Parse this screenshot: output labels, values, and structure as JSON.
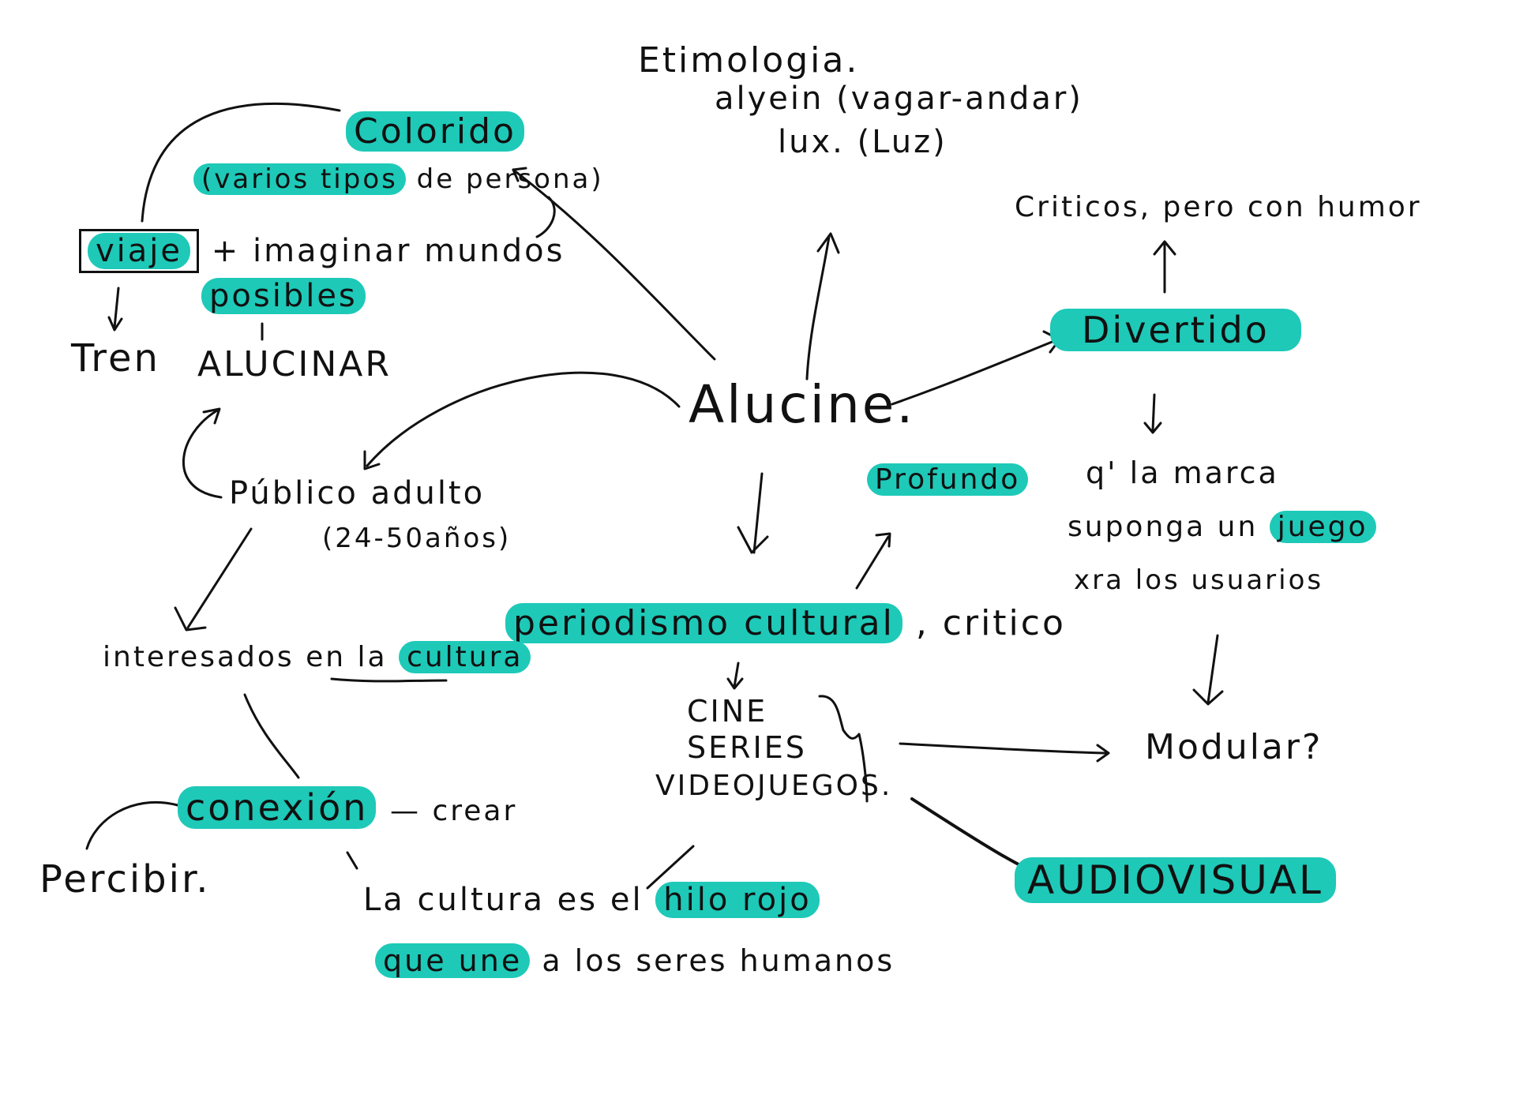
{
  "accent_color": "#1ec9b8",
  "ink_color": "#111111",
  "nodes": {
    "etimologia": "Etimologia.",
    "alycein": "alyein (vagar-andar)",
    "lux": "lux. (Luz)",
    "colorido": "Colorido",
    "varios_tipos_a": "(varios tipos",
    "varios_tipos_b": "de persona)",
    "viaje": "viaje",
    "imaginar": "+ imaginar mundos",
    "posibles": "posibles",
    "tren": "Tren",
    "alucinar": "ALUCINAR",
    "alucine": "Alucine.",
    "criticos": "Criticos, pero con humor",
    "divertido": "Divertido",
    "marca_1": "q' la marca",
    "marca_2a": "suponga un",
    "marca_2b": "juego",
    "marca_3": "xra los usuarios",
    "publico": "Público adulto",
    "edad": "(24-50años)",
    "profundo": "Profundo",
    "periodismo_a": "periodismo cultural",
    "periodismo_b": ", critico",
    "interesados": "interesados en la",
    "cultura": "cultura",
    "cine": "CINE",
    "series": "SERIES",
    "videojuegos": "VIDEOJUEGOS.",
    "modular": "Modular?",
    "conexion": "conexión",
    "crear": "— crear",
    "percibir": "Percibir.",
    "frase_1a": "La cultura es el",
    "frase_1b": "hilo rojo",
    "frase_2a": "que une",
    "frase_2b": "a los seres humanos",
    "audiovisual": "AUDIOVISUAL"
  }
}
